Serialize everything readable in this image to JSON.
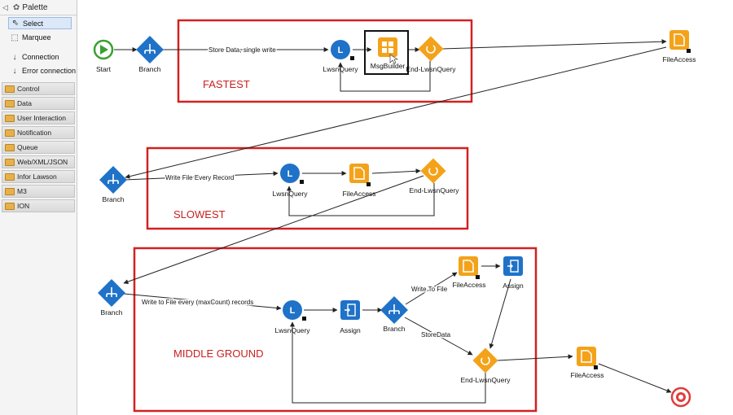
{
  "palette": {
    "title": "Palette",
    "tools": [
      {
        "label": "Select",
        "icon": "cursor-icon",
        "selected": true
      },
      {
        "label": "Marquee",
        "icon": "marquee-icon"
      },
      {
        "label": "Connection",
        "icon": "connection-icon"
      },
      {
        "label": "Error connection",
        "icon": "error-connection-icon"
      }
    ],
    "drawers": [
      "Control",
      "Data",
      "User Interaction",
      "Notification",
      "Queue",
      "Web/XML/JSON",
      "Infor Lawson",
      "M3",
      "ION"
    ]
  },
  "diagram": {
    "groups": [
      {
        "label": "FASTEST"
      },
      {
        "label": "SLOWEST"
      },
      {
        "label": "MIDDLE GROUND"
      }
    ],
    "nodes": {
      "start": "Start",
      "branch1": "Branch",
      "lwsn1": "LwsnQuery",
      "msg": "MsgBuilder",
      "end1": "End-LwsnQuery",
      "file_top": "FileAccess",
      "branch2": "Branch",
      "lwsn2": "LwsnQuery",
      "file2": "FileAccess",
      "end2": "End-LwsnQuery",
      "branch3": "Branch",
      "lwsn3": "LwsnQuery",
      "assign1": "Assign",
      "branch4": "Branch",
      "file3": "FileAccess",
      "assign2": "Assign",
      "end3": "End-LwsnQuery",
      "file4": "FileAccess"
    },
    "edges": {
      "store_data_single": "Store Data, single write",
      "write_every_record": "Write File Every Record",
      "write_maxcount": "Write to File every (maxCount) records",
      "write_to_file": "Write To File",
      "store_data": "StoreData"
    },
    "colors": {
      "accent_blue": "#1f72c8",
      "accent_orange": "#f4a21a",
      "group_border": "#d42020",
      "start_green": "#3aa033",
      "end_red": "#e23b3b"
    }
  }
}
